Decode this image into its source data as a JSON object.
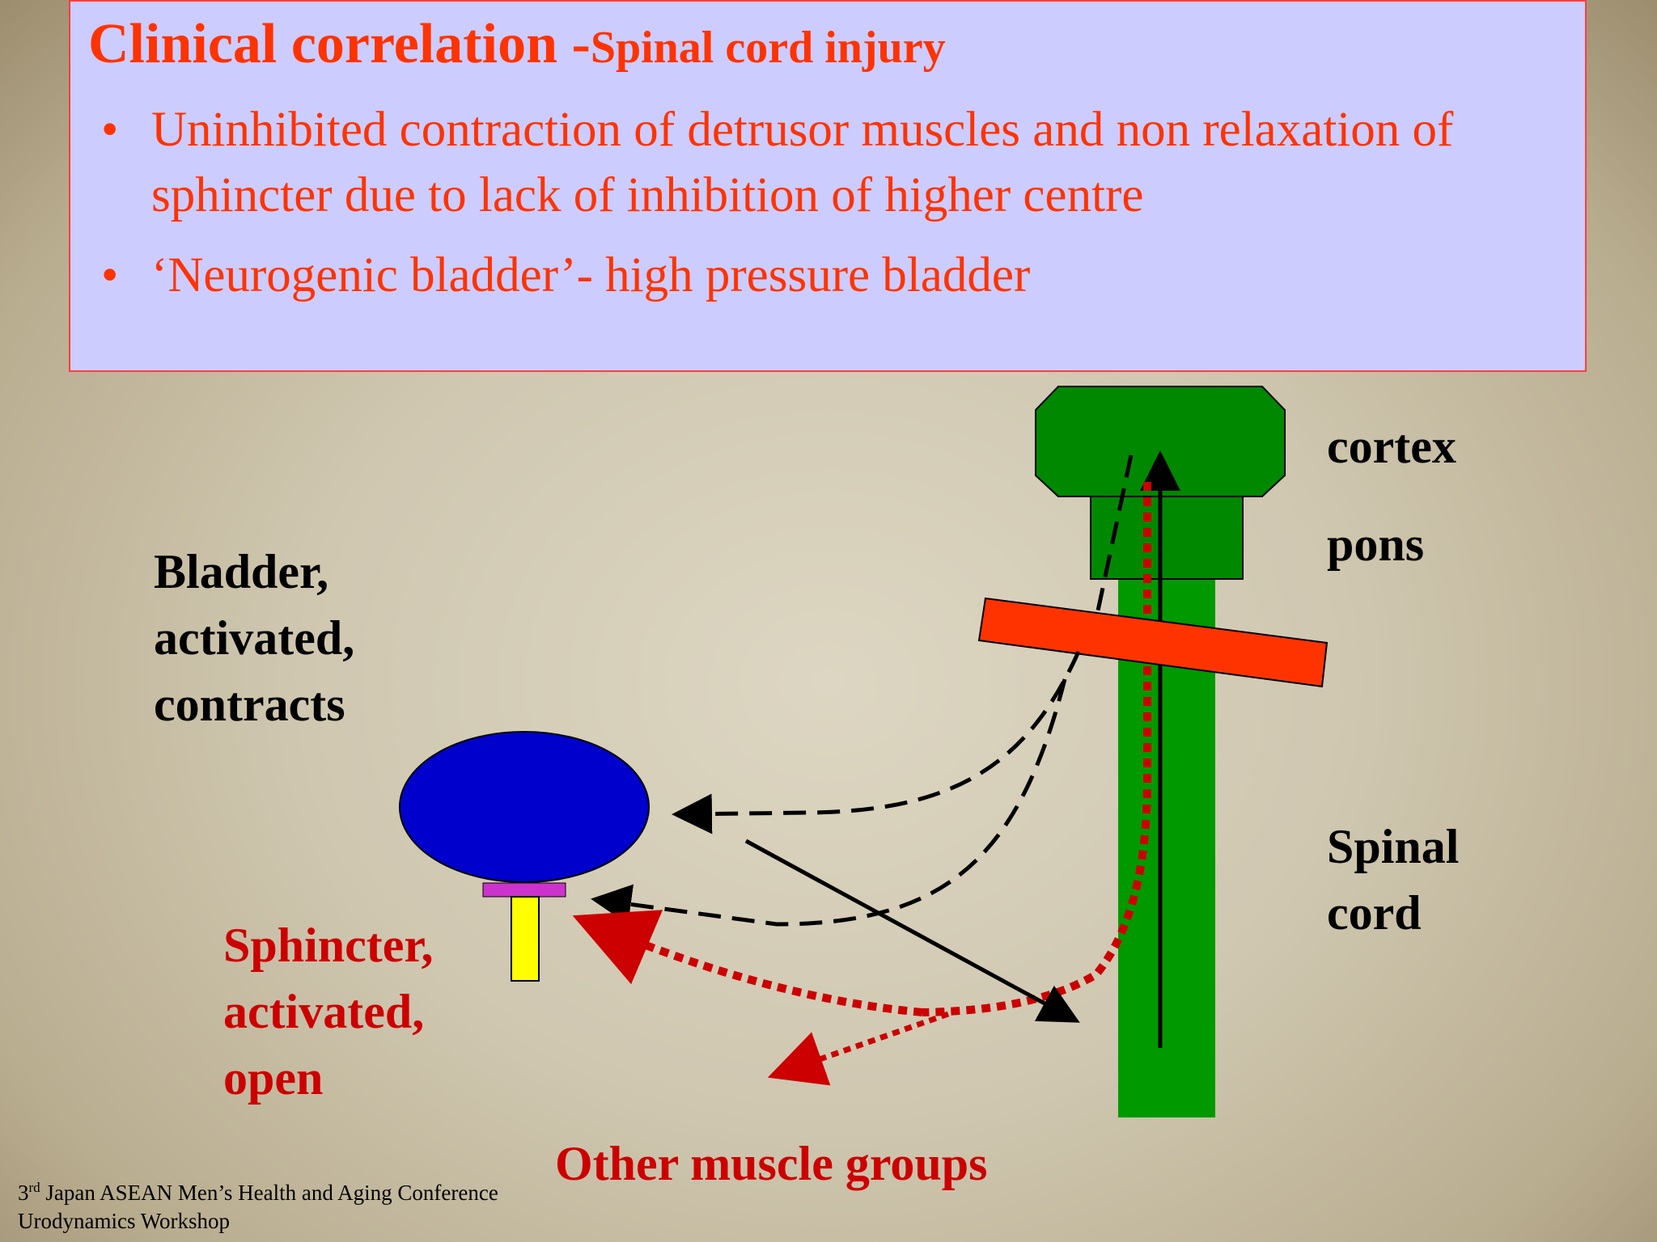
{
  "slide": {
    "title": "Clinical correlation -",
    "subtitle": "Spinal cord injury",
    "bullets": [
      "Uninhibited contraction of detrusor muscles and non relaxation of sphincter due to lack of inhibition of higher centre",
      "‘Neurogenic bladder’- high pressure bladder"
    ],
    "bullet_symbol": "•"
  },
  "diagram": {
    "labels": {
      "cortex": "cortex",
      "pons": "pons",
      "spinal_cord_line1": "Spinal",
      "spinal_cord_line2": "cord",
      "bladder_line1": "Bladder,",
      "bladder_line2": "activated,",
      "bladder_line3": "contracts",
      "sphincter_line1": "Sphincter,",
      "sphincter_line2": "activated,",
      "sphincter_line3": "open",
      "other_muscles": "Other muscle groups"
    },
    "colors": {
      "brain": "#008800",
      "spinal_cord": "#009900",
      "lesion": "#ff3300",
      "bladder": "#0000cc",
      "sphincter_top": "#cc33cc",
      "urethra": "#ffff00",
      "red_path": "#cc0000"
    }
  },
  "footer": {
    "ordinal_number": "3",
    "ordinal_suffix": "rd",
    "line1_rest": " Japan ASEAN Men’s Health and Aging Conference",
    "line2": "Urodynamics Workshop"
  }
}
